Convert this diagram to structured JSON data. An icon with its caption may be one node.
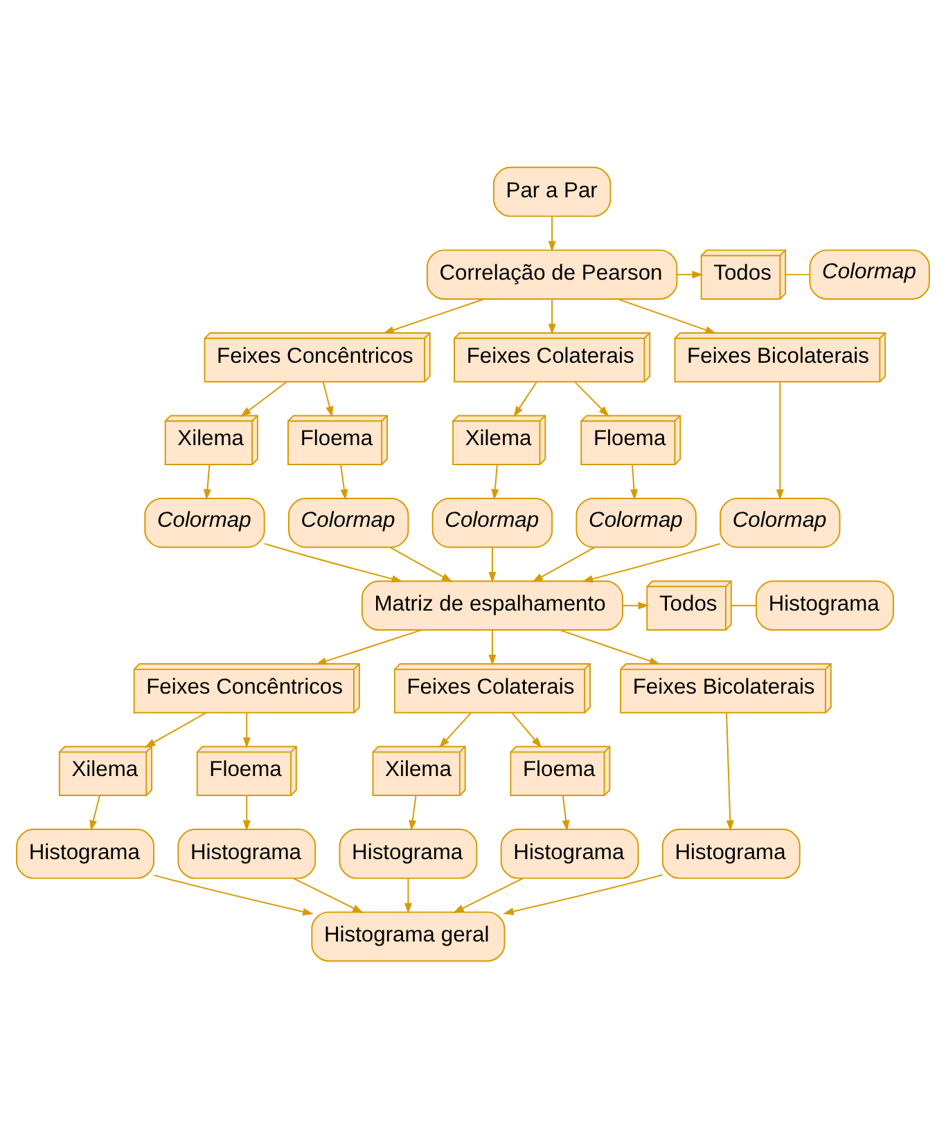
{
  "diagram": {
    "nodes": [
      {
        "text": [
          "Par a Par"
        ]
      },
      {
        "text": [
          "Correlação de Pearson"
        ]
      },
      {
        "text": [
          "Todos"
        ]
      },
      {
        "text": [
          "Colormap"
        ]
      },
      {
        "text": [
          "Feixes Concêntricos"
        ]
      },
      {
        "text": [
          "Feixes Colaterais"
        ]
      },
      {
        "text": [
          "Feixes Bicolaterais"
        ]
      },
      {
        "text": [
          "Xilema"
        ]
      },
      {
        "text": [
          "Floema"
        ]
      },
      {
        "text": [
          "Xilema"
        ]
      },
      {
        "text": [
          "Floema"
        ]
      },
      {
        "text": [
          "Colormap"
        ]
      },
      {
        "text": [
          "Colormap"
        ]
      },
      {
        "text": [
          "Colormap"
        ]
      },
      {
        "text": [
          "Colormap"
        ]
      },
      {
        "text": [
          "Colormap"
        ]
      },
      {
        "text": [
          "Matriz de espalhamento"
        ]
      },
      {
        "text": [
          "Todos"
        ]
      },
      {
        "text": [
          "Histograma"
        ]
      },
      {
        "text": [
          "Feixes Concêntricos"
        ]
      },
      {
        "text": [
          "Feixes Colaterais"
        ]
      },
      {
        "text": [
          "Feixes Bicolaterais"
        ]
      },
      {
        "text": [
          "Xilema"
        ]
      },
      {
        "text": [
          "Floema"
        ]
      },
      {
        "text": [
          "Xilema"
        ]
      },
      {
        "text": [
          "Floema"
        ]
      },
      {
        "text": [
          "Histograma"
        ]
      },
      {
        "text": [
          "Histograma"
        ]
      },
      {
        "text": [
          "Histograma"
        ]
      },
      {
        "text": [
          "Histograma"
        ]
      },
      {
        "text": [
          "Histograma"
        ]
      },
      {
        "text": [
          "Histograma geral"
        ]
      }
    ],
    "edges": [
      {
        "from": 0,
        "to": 1,
        "arrow": "to"
      },
      {
        "from": 1,
        "to": 2,
        "arrow": "to"
      },
      {
        "from": 2,
        "to": 3,
        "arrow": "none"
      },
      {
        "from": 1,
        "to": 4,
        "arrow": "to"
      },
      {
        "from": 1,
        "to": 5,
        "arrow": "to"
      },
      {
        "from": 1,
        "to": 6,
        "arrow": "to"
      },
      {
        "from": 4,
        "to": 7,
        "arrow": "to"
      },
      {
        "from": 4,
        "to": 8,
        "arrow": "to"
      },
      {
        "from": 5,
        "to": 9,
        "arrow": "to"
      },
      {
        "from": 5,
        "to": 10,
        "arrow": "to"
      },
      {
        "from": 7,
        "to": 11,
        "arrow": "to"
      },
      {
        "from": 8,
        "to": 12,
        "arrow": "to"
      },
      {
        "from": 9,
        "to": 13,
        "arrow": "to"
      },
      {
        "from": 10,
        "to": 14,
        "arrow": "to"
      },
      {
        "from": 6,
        "to": 15,
        "arrow": "to"
      },
      {
        "from": 11,
        "to": 16,
        "arrow": "to"
      },
      {
        "from": 12,
        "to": 16,
        "arrow": "to"
      },
      {
        "from": 13,
        "to": 16,
        "arrow": "to"
      },
      {
        "from": 14,
        "to": 16,
        "arrow": "to"
      },
      {
        "from": 15,
        "to": 16,
        "arrow": "to"
      },
      {
        "from": 16,
        "to": 17,
        "arrow": "to"
      },
      {
        "from": 17,
        "to": 18,
        "arrow": "none"
      },
      {
        "from": 16,
        "to": 19,
        "arrow": "to"
      },
      {
        "from": 16,
        "to": 20,
        "arrow": "to"
      },
      {
        "from": 16,
        "to": 21,
        "arrow": "to"
      },
      {
        "from": 19,
        "to": 22,
        "arrow": "to"
      },
      {
        "from": 19,
        "to": 23,
        "arrow": "to"
      },
      {
        "from": 20,
        "to": 24,
        "arrow": "to"
      },
      {
        "from": 20,
        "to": 25,
        "arrow": "to"
      },
      {
        "from": 22,
        "to": 26,
        "arrow": "to"
      },
      {
        "from": 23,
        "to": 27,
        "arrow": "to"
      },
      {
        "from": 24,
        "to": 28,
        "arrow": "to"
      },
      {
        "from": 25,
        "to": 29,
        "arrow": "to"
      },
      {
        "from": 21,
        "to": 30,
        "arrow": "to"
      },
      {
        "from": 26,
        "to": 31,
        "arrow": "to"
      },
      {
        "from": 27,
        "to": 31,
        "arrow": "to"
      },
      {
        "from": 28,
        "to": 31,
        "arrow": "to"
      },
      {
        "from": 29,
        "to": 31,
        "arrow": "to"
      },
      {
        "from": 30,
        "to": 31,
        "arrow": "to"
      }
    ]
  }
}
